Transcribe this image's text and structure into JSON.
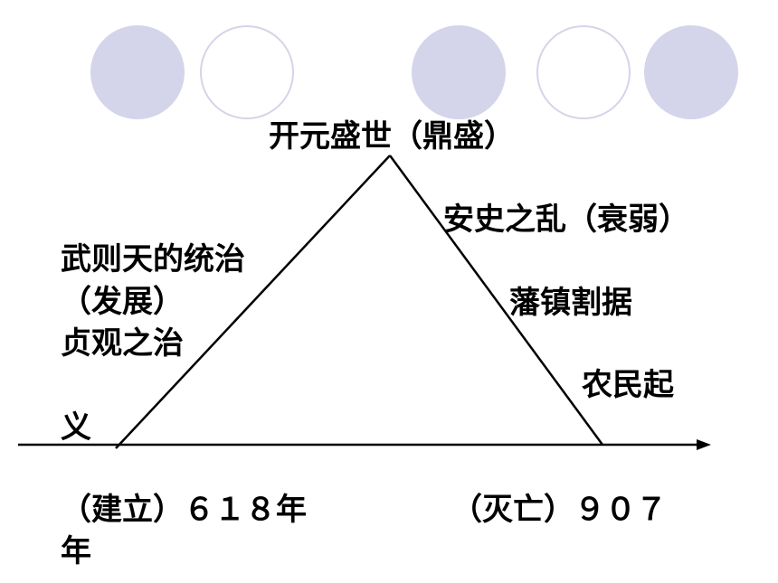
{
  "colors": {
    "circle_fill": "#d4d4ea",
    "line": "#000000",
    "background": "#ffffff"
  },
  "labels": {
    "peak": "开元盛世（鼎盛）",
    "decline": "安史之乱（衰弱）",
    "fanzhen": "藩镇割据",
    "peasant": "农民起",
    "peasant_cont": "义",
    "wuzetian": "武则天的统治",
    "development": "（发展）",
    "zhenguan": "贞观之治",
    "founding": "（建立）６１８年",
    "founding_cont": "年",
    "fall": "（灭亡）９０７"
  }
}
